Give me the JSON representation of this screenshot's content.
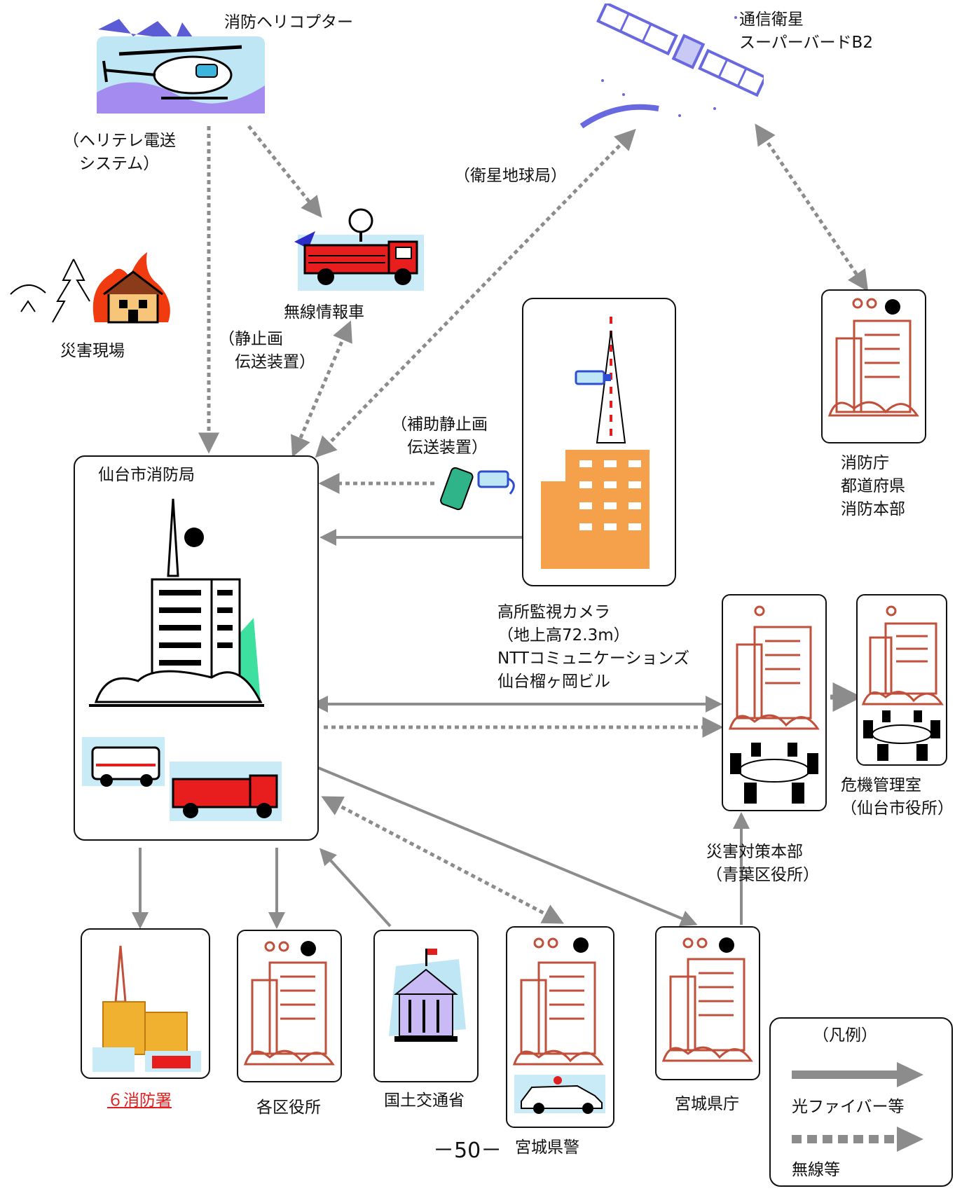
{
  "colors": {
    "wired": "#8c8c8c",
    "wireless": "#8c8c8c",
    "brick": "#c0503a",
    "orange": "#f5a04a",
    "red": "#e02020",
    "satellite": "#7a7ae6"
  },
  "labels": {
    "helicopter": "消防ヘリコプター",
    "heli_tele": "（ヘリテレ電送\n　システム）",
    "satellite": "通信衛星\nスーパーバードB2",
    "radio_car": "無線情報車",
    "still_image": "（静止画\n　伝送装置）",
    "sat_earth": "（衛星地球局）",
    "disaster_site": "災害現場",
    "fire_bureau": "仙台市消防局",
    "aux_still": "（補助静止画\n　伝送装置）",
    "camera": "高所監視カメラ\n（地上高72.3m）\nNTTコミュニケーションズ\n仙台榴ヶ岡ビル",
    "fdma": "消防庁\n都道府県\n消防本部",
    "crisis_room": "危機管理室\n（仙台市役所）",
    "hq": "災害対策本部\n（青葉区役所）",
    "six_stations": "６消防署",
    "wards": "各区役所",
    "mlit": "国土交通省",
    "police": "宮城県警",
    "prefecture": "宮城県庁",
    "page_number": "－50－"
  },
  "legend": {
    "title": "（凡例）",
    "wired": "光ファイバー等",
    "wireless": "無線等"
  },
  "icons": [
    "helicopter-icon",
    "satellite-icon",
    "fire-truck-icon",
    "burning-house-icon",
    "office-building-icon",
    "tower-building-icon",
    "mobile-phone-icon",
    "cctv-camera-icon",
    "meeting-table-icon",
    "government-building-icon",
    "police-car-icon",
    "ambulance-icon",
    "fire-station-icon"
  ]
}
